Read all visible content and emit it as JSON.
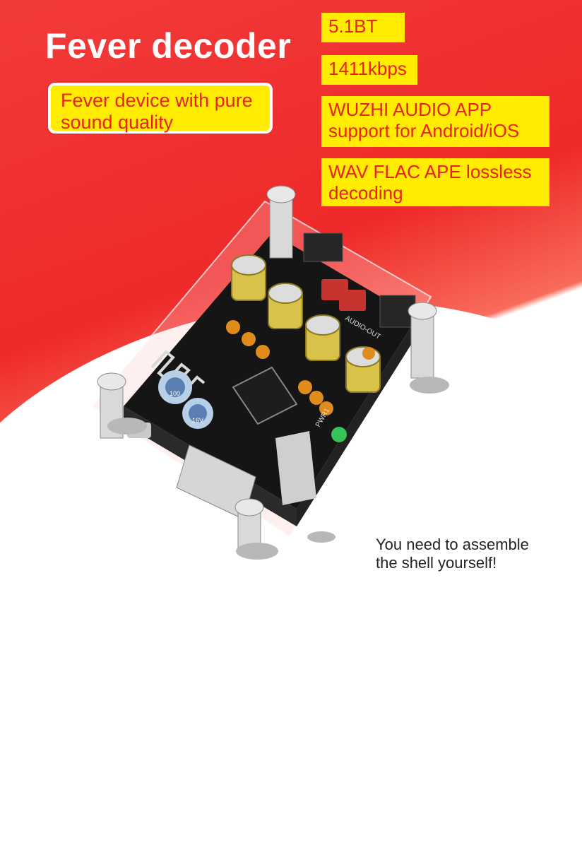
{
  "title": "Fever decoder",
  "subtitle_lines": [
    "Fever device with pure",
    "sound quality"
  ],
  "tags": {
    "bt": "5.1BT",
    "bitrate": "1411kbps",
    "app_lines": [
      "WUZHI AUDIO APP",
      "support for Android/iOS"
    ],
    "lossless_lines": [
      "WAV FLAC APE lossless",
      "decoding"
    ]
  },
  "note_lines": [
    "You need to assemble",
    "the shell yourself!"
  ],
  "colors": {
    "red": "#ee2a2a",
    "yellow": "#ffec00",
    "text_red": "#e8221f"
  },
  "board_labels": {
    "audio_out": "AUDIO-OUT",
    "pwr": "PWR1",
    "cap_value": "100",
    "cap_volt": "16V"
  }
}
